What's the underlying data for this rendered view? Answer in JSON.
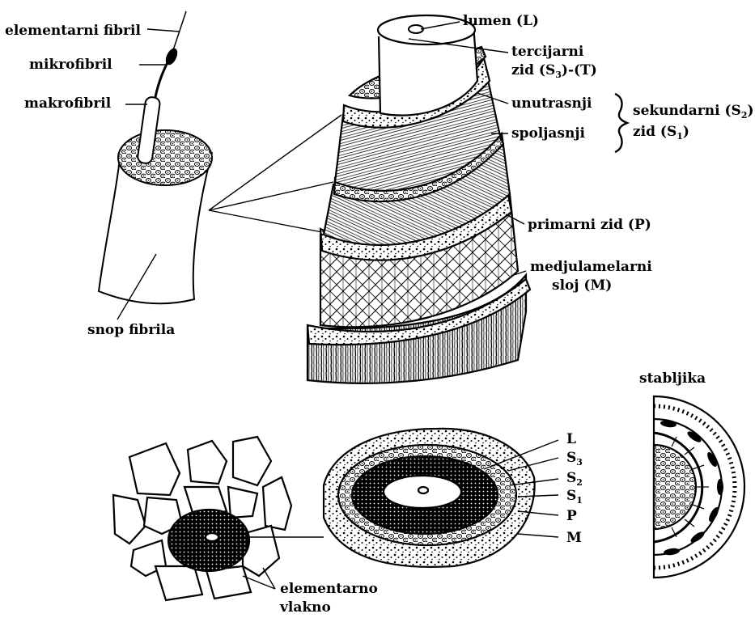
{
  "labels": {
    "elementarni_fibril": "elementarni fibril",
    "mikrofibril": "mikrofibril",
    "makrofibril": "makrofibril",
    "snop_fibrila": "snop fibrila",
    "lumen": "lumen (L)",
    "tercijarni": "tercijarni",
    "tercijarni_zid": "zid (S",
    "tercijarni_zid_sub": "3",
    "tercijarni_zid_end": ")-(T)",
    "unutrasnji": "unutrasnji",
    "spoljasnji": "spoljasnji",
    "sekundarni": "sekundarni (S",
    "sekundarni_sub": "2",
    "sekundarni_end": ")",
    "zid_s1": "zid (S",
    "zid_s1_sub": "1",
    "zid_s1_end": ")",
    "primarni_zid": "primarni zid (P)",
    "medjulamelarni": "medjulamelarni",
    "sloj": "sloj (M)",
    "stabljika": "stabljika",
    "elementarno": "elementarno",
    "vlakno": "vlakno",
    "cs_L": "L",
    "cs_S3": "S",
    "cs_S3_sub": "3",
    "cs_S2": "S",
    "cs_S2_sub": "2",
    "cs_S1": "S",
    "cs_S1_sub": "1",
    "cs_P": "P",
    "cs_M": "M"
  },
  "colors": {
    "ink": "#000000",
    "paper": "#ffffff"
  }
}
